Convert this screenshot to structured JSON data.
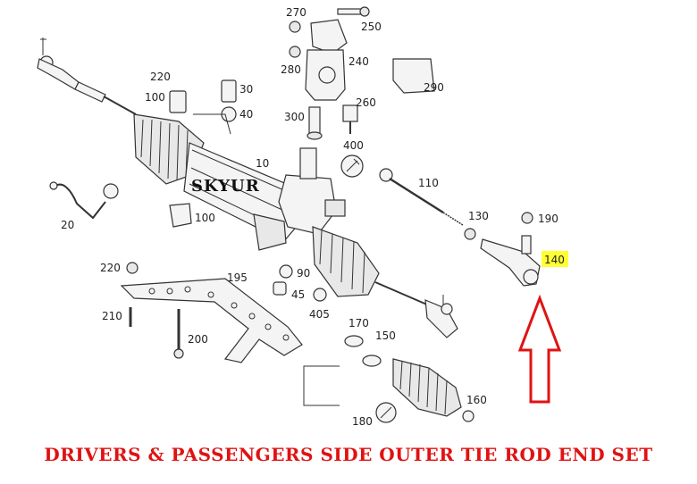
{
  "brand_watermark": "SKYUR",
  "caption": "DRIVERS & PASSENGERS SIDE OUTER TIE ROD END SET",
  "highlight_color": "#ffff33",
  "arrow_color": "#e01212",
  "caption_color": "#e01212",
  "part_labels": {
    "p270": "270",
    "p250": "250",
    "p240": "240",
    "p280": "280",
    "p290": "290",
    "p260": "260",
    "p220a": "220",
    "p100a": "100",
    "p30": "30",
    "p40": "40",
    "p300": "300",
    "p400": "400",
    "p10": "10",
    "p110": "110",
    "p20": "20",
    "p100b": "100",
    "p130": "130",
    "p190": "190",
    "p140": "140",
    "p220b": "220",
    "p195": "195",
    "p90": "90",
    "p45": "45",
    "p405": "405",
    "p210": "210",
    "p200": "200",
    "p170": "170",
    "p150": "150",
    "p160": "160",
    "p180": "180"
  }
}
